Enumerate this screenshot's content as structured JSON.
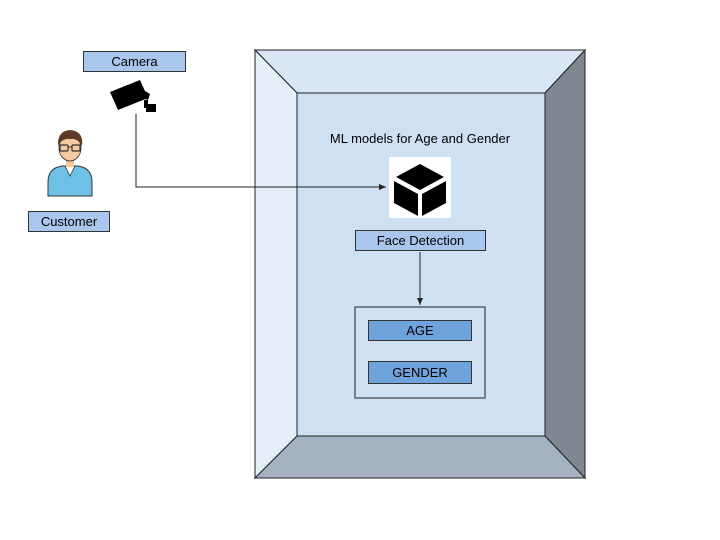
{
  "nodes": {
    "camera_label": "Camera",
    "customer_label": "Customer",
    "ml_title": "ML models for Age and Gender",
    "face_detection": "Face Detection",
    "age": "AGE",
    "gender": "GENDER"
  },
  "icons": {
    "camera": "cctv-camera-icon",
    "customer": "person-icon",
    "model": "cube-icon"
  },
  "colors": {
    "frame_top": "#d8e6f6",
    "frame_left": "#e6eef8",
    "frame_right": "#7f8892",
    "frame_bottom": "#a5b2c2",
    "inner": "#cfe0f3",
    "label_light": "#a9c6ec",
    "label_dark": "#6fa3dc"
  }
}
